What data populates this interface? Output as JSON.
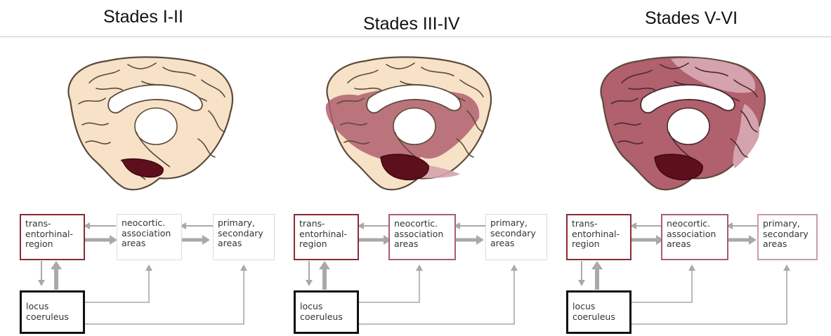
{
  "stages": [
    {
      "title": "Stades I-II",
      "boxes": {
        "transentorhinal": [
          "trans-",
          "entorhinal-",
          "region"
        ],
        "neocortic": [
          "neocortic.",
          "association",
          "areas"
        ],
        "primary": [
          "primary,",
          "secondary",
          "areas"
        ],
        "locus": [
          "locus",
          "coeruleus"
        ]
      },
      "border_colors": {
        "transentorhinal": "#8b2a36",
        "neocortic": "#dcdcdc",
        "primary": "#dcdcdc",
        "locus": "#111111"
      }
    },
    {
      "title": "Stades III-IV",
      "boxes": {
        "transentorhinal": [
          "trans-",
          "entorhinal-",
          "region"
        ],
        "neocortic": [
          "neocortic.",
          "association",
          "areas"
        ],
        "primary": [
          "primary,",
          "secondary",
          "areas"
        ],
        "locus": [
          "locus",
          "coeruleus"
        ]
      },
      "border_colors": {
        "transentorhinal": "#8b2a36",
        "neocortic": "#a95d6c",
        "primary": "#dcdcdc",
        "locus": "#111111"
      }
    },
    {
      "title": "Stades V-VI",
      "boxes": {
        "transentorhinal": [
          "trans-",
          "entorhinal-",
          "region"
        ],
        "neocortic": [
          "neocortic.",
          "association",
          "areas"
        ],
        "primary": [
          "primary,",
          "secondary",
          "areas"
        ],
        "locus": [
          "locus",
          "coeruleus"
        ]
      },
      "border_colors": {
        "transentorhinal": "#8b2a36",
        "neocortic": "#a95d6c",
        "primary": "#c99aae",
        "locus": "#111111"
      }
    }
  ],
  "colors": {
    "brain_base": "#f7e2c8",
    "brain_outline": "#5b4a3a",
    "pathology_dark": "#5e0f1c",
    "pathology_mid": "#b1606e",
    "pathology_light": "#d5a3ad",
    "arrow": "#a9a9a9"
  }
}
